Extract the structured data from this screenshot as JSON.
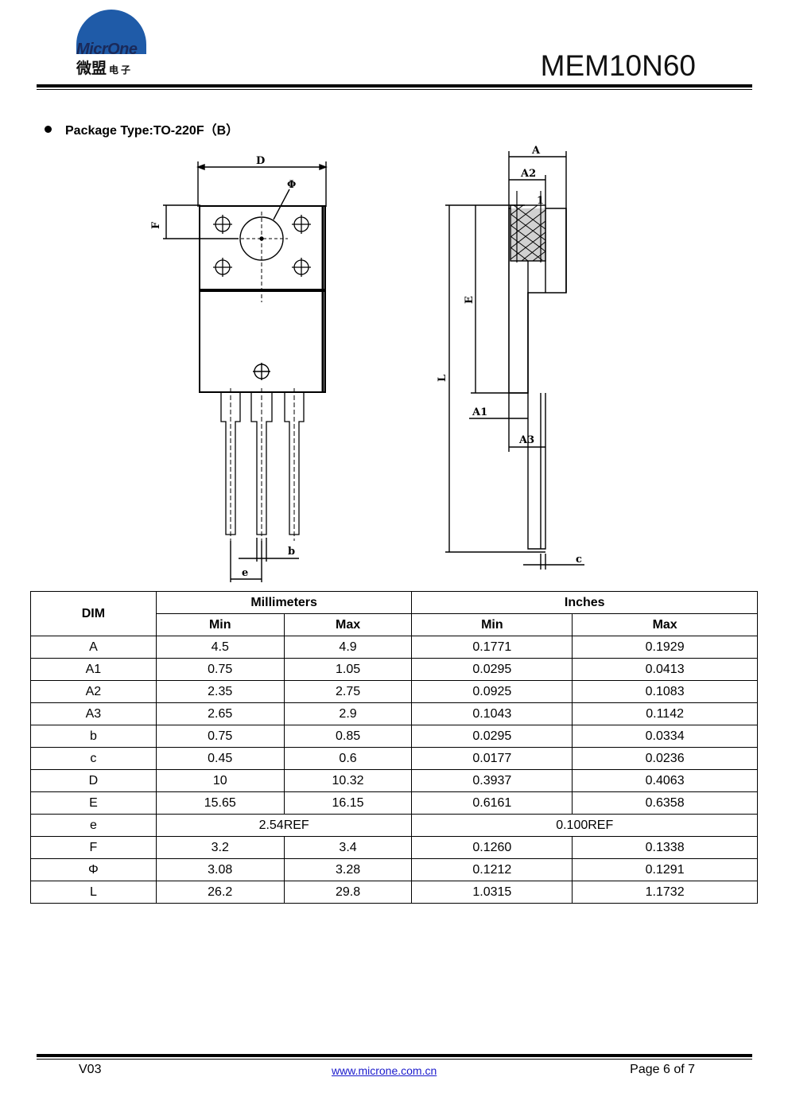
{
  "header": {
    "logo_text": "MicrOne",
    "logo_cn": "微盟",
    "logo_cn_small": "电子",
    "part_number": "MEM10N60"
  },
  "section": {
    "package_label": "Package Type:TO-220F（B）"
  },
  "drawing_labels": {
    "D": "D",
    "phi": "Φ",
    "F": "F",
    "b": "b",
    "e": "e",
    "A": "A",
    "A1": "A1",
    "A2": "A2",
    "A3": "A3",
    "E": "E",
    "L": "L",
    "c": "c",
    "pin1": "1"
  },
  "table": {
    "col_dim": "DIM",
    "group_mm": "Millimeters",
    "group_in": "Inches",
    "sub_min": "Min",
    "sub_max": "Max",
    "rows": [
      {
        "dim": "A",
        "mm_min": "4.5",
        "mm_max": "4.9",
        "in_min": "0.1771",
        "in_max": "0.1929"
      },
      {
        "dim": "A1",
        "mm_min": "0.75",
        "mm_max": "1.05",
        "in_min": "0.0295",
        "in_max": "0.0413"
      },
      {
        "dim": "A2",
        "mm_min": "2.35",
        "mm_max": "2.75",
        "in_min": "0.0925",
        "in_max": "0.1083"
      },
      {
        "dim": "A3",
        "mm_min": "2.65",
        "mm_max": "2.9",
        "in_min": "0.1043",
        "in_max": "0.1142"
      },
      {
        "dim": "b",
        "mm_min": "0.75",
        "mm_max": "0.85",
        "in_min": "0.0295",
        "in_max": "0.0334"
      },
      {
        "dim": "c",
        "mm_min": "0.45",
        "mm_max": "0.6",
        "in_min": "0.0177",
        "in_max": "0.0236"
      },
      {
        "dim": "D",
        "mm_min": "10",
        "mm_max": "10.32",
        "in_min": "0.3937",
        "in_max": "0.4063"
      },
      {
        "dim": "E",
        "mm_min": "15.65",
        "mm_max": "16.15",
        "in_min": "0.6161",
        "in_max": "0.6358"
      },
      {
        "dim": "e",
        "mm_ref": "2.54REF",
        "in_ref": "0.100REF"
      },
      {
        "dim": "F",
        "mm_min": "3.2",
        "mm_max": "3.4",
        "in_min": "0.1260",
        "in_max": "0.1338"
      },
      {
        "dim": "Φ",
        "mm_min": "3.08",
        "mm_max": "3.28",
        "in_min": "0.1212",
        "in_max": "0.1291"
      },
      {
        "dim": "L",
        "mm_min": "26.2",
        "mm_max": "29.8",
        "in_min": "1.0315",
        "in_max": "1.1732"
      }
    ]
  },
  "footer": {
    "version": "V03",
    "website": "www.microne.com.cn",
    "page": "Page 6 of 7"
  }
}
